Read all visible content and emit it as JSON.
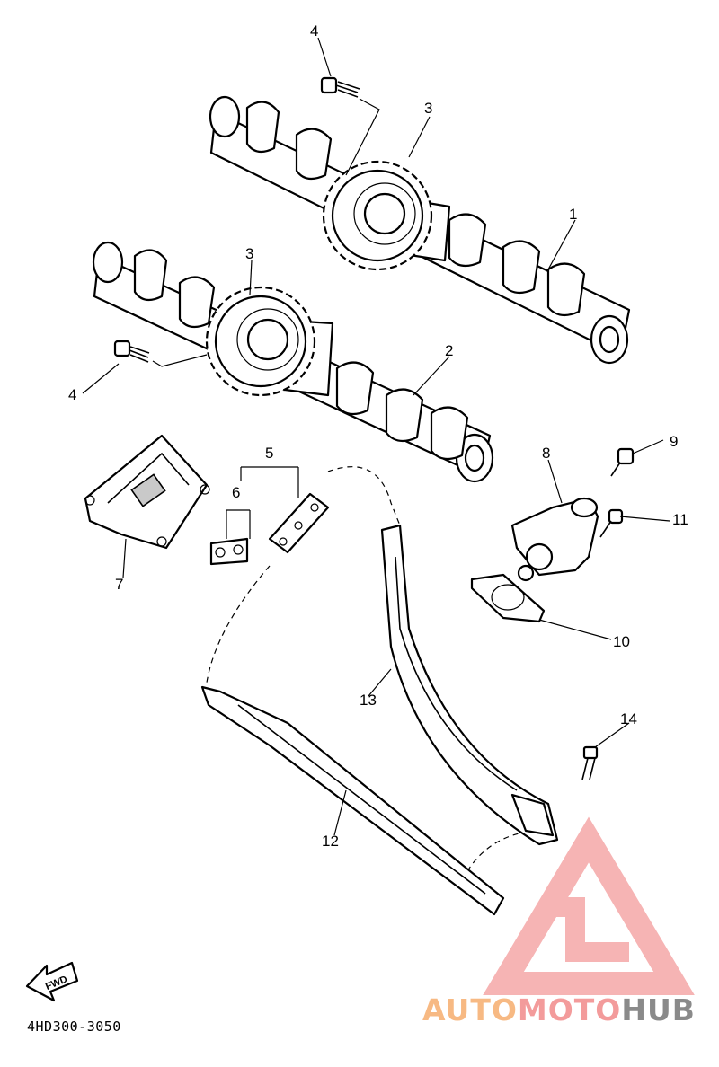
{
  "diagram": {
    "part_code": "4HD300-3050",
    "fwd_label": "FWD",
    "callouts": {
      "c1": "1",
      "c2": "2",
      "c3a": "3",
      "c3b": "3",
      "c4a": "4",
      "c4b": "4",
      "c5": "5",
      "c6": "6",
      "c7": "7",
      "c8": "8",
      "c9": "9",
      "c10": "10",
      "c11": "11",
      "c12": "12",
      "c13": "13",
      "c14": "14"
    }
  },
  "watermark": {
    "part1": "AUTO",
    "part2": "MOTO",
    "part3": "HUB",
    "colors": {
      "orange": "#f7b983",
      "red": "#f39b9b",
      "gray": "#8a8a8a"
    }
  }
}
